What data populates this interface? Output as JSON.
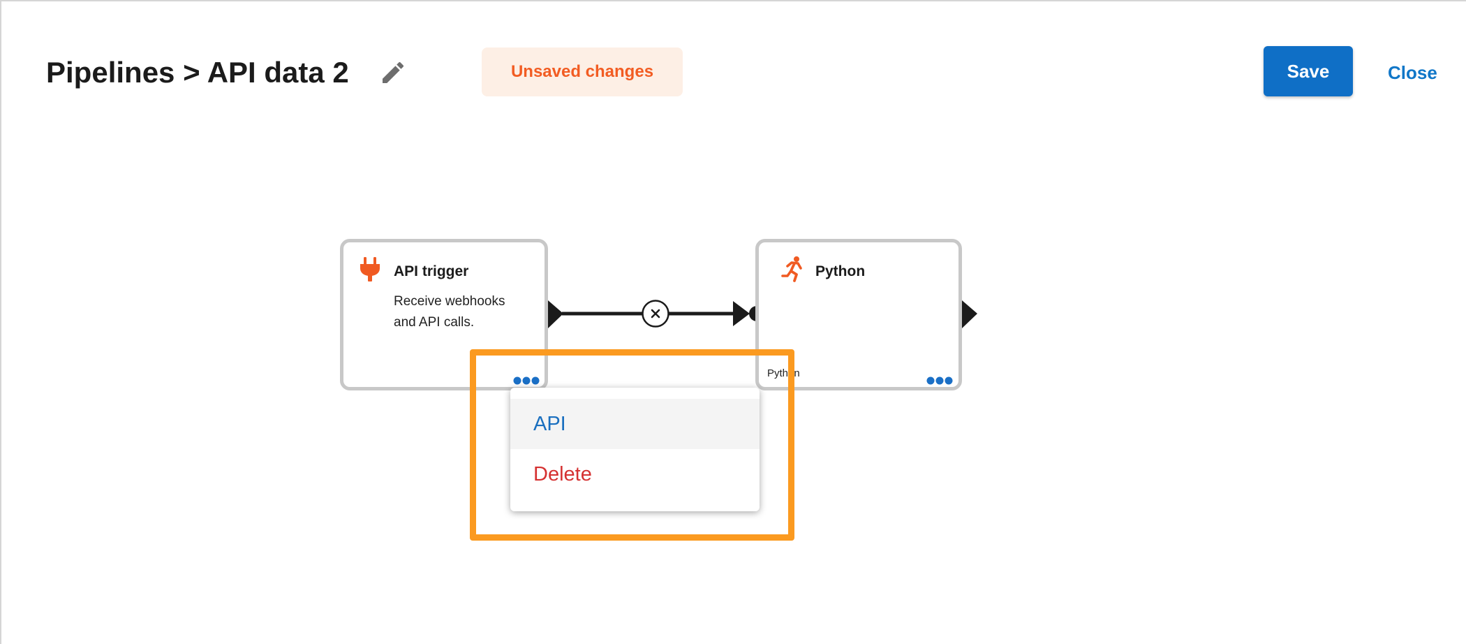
{
  "header": {
    "title": "Pipelines > API data 2",
    "edit_icon": "pencil-icon",
    "status_badge": "Unsaved changes",
    "save_label": "Save",
    "close_label": "Close"
  },
  "nodes": [
    {
      "title": "API trigger",
      "description": "Receive webhooks and API calls.",
      "icon": "plug-icon",
      "menu_icon": "more-dots-icon"
    },
    {
      "title": "Python",
      "subtitle": "Python",
      "icon": "running-person-icon",
      "menu_icon": "more-dots-icon"
    }
  ],
  "connector": {
    "remove_icon": "close-x-icon"
  },
  "context_menu": {
    "items": [
      {
        "label": "API",
        "hovered": true
      },
      {
        "label": "Delete"
      }
    ]
  },
  "colors": {
    "primary": "#0f6fc6",
    "link": "#1177c8",
    "warning_text": "#f25c22",
    "warning_bg": "#fdefe5",
    "node_icon": "#f05a22",
    "node_border": "#c8c8c8",
    "delete": "#d53131",
    "highlight": "#fb9a20"
  }
}
